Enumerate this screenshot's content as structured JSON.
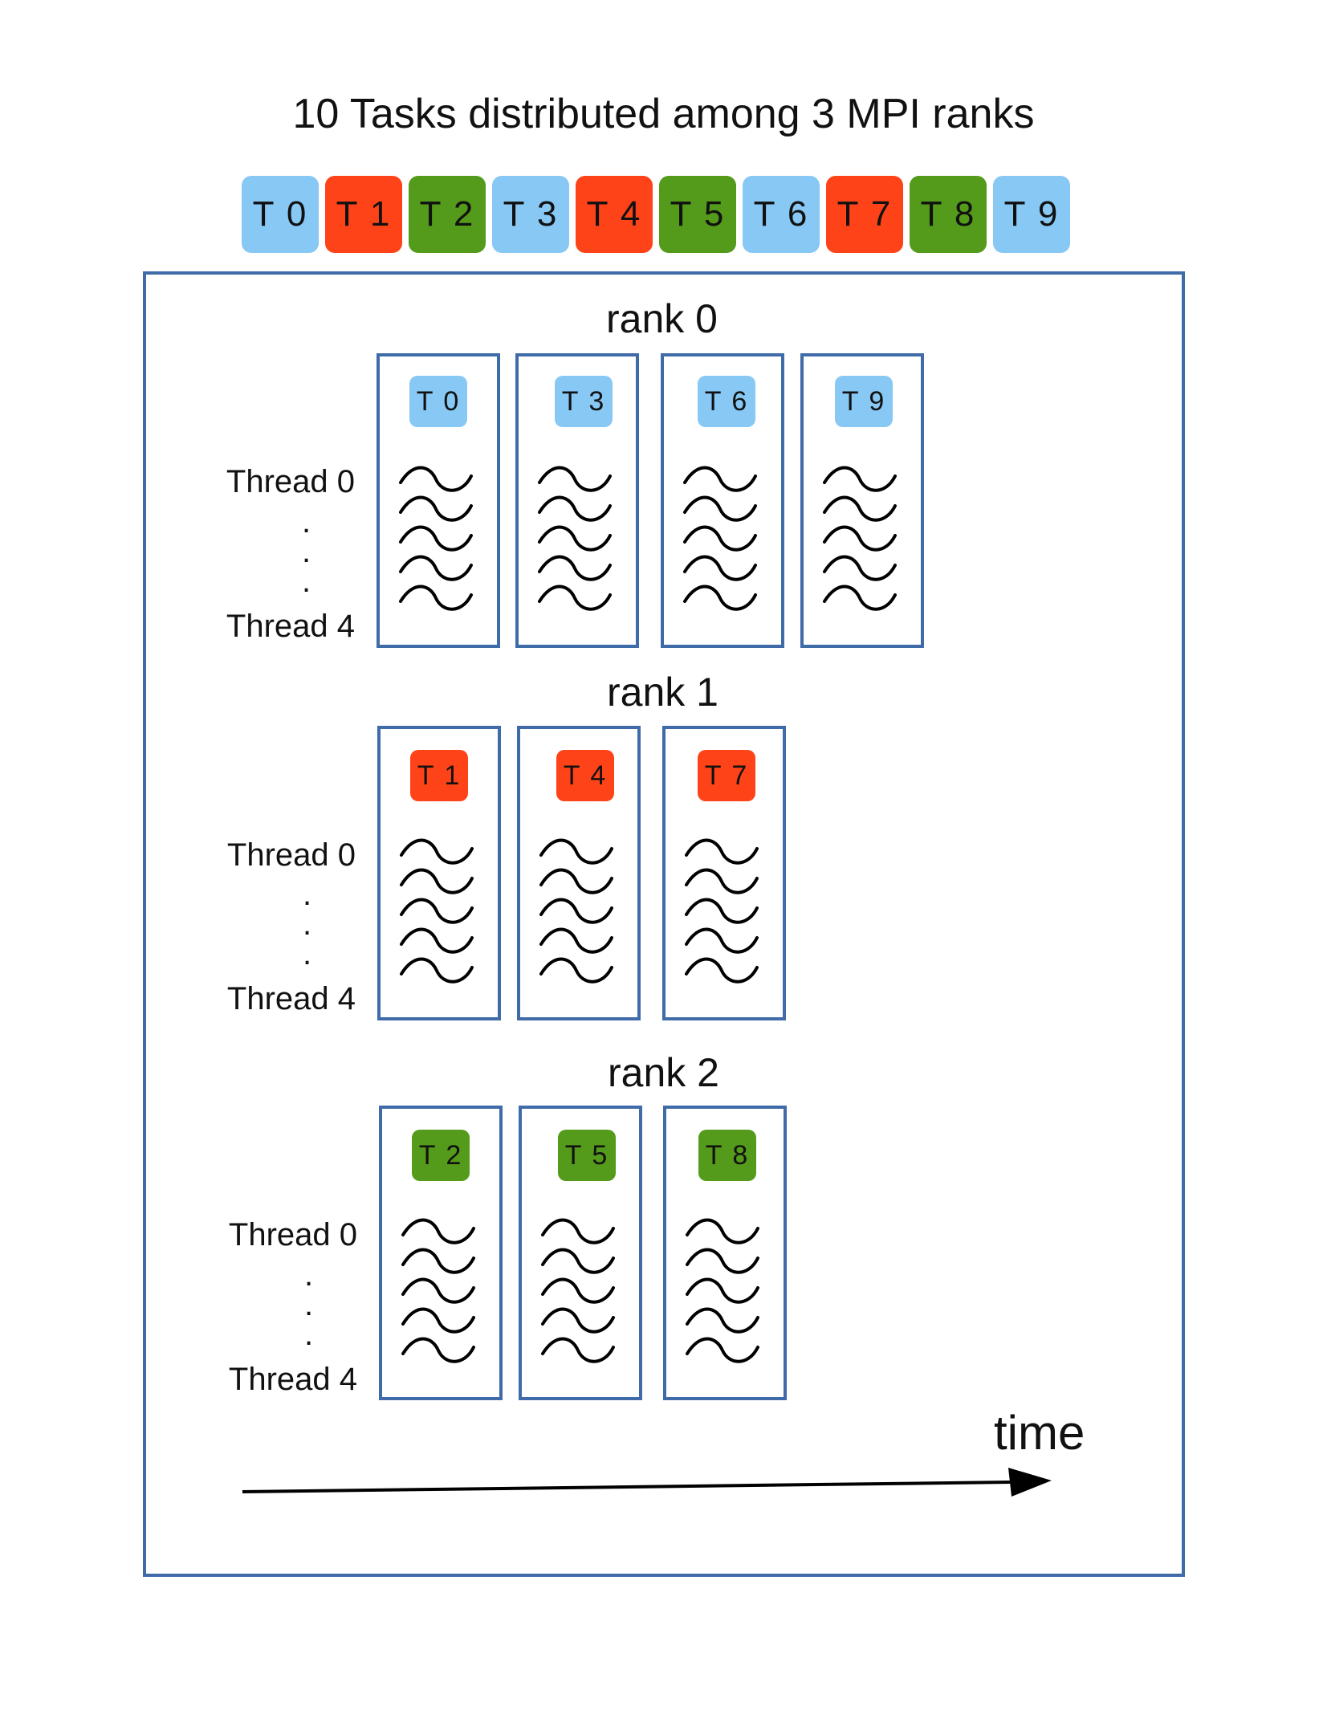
{
  "title": "10 Tasks distributed among 3 MPI ranks",
  "colors": {
    "blue": "#87c8f4",
    "red": "#fe4318",
    "green": "#549a1b",
    "border": "#3f6ba8"
  },
  "tasks": [
    {
      "label": "T 0",
      "color": "blue"
    },
    {
      "label": "T 1",
      "color": "red"
    },
    {
      "label": "T 2",
      "color": "green"
    },
    {
      "label": "T 3",
      "color": "blue"
    },
    {
      "label": "T 4",
      "color": "red"
    },
    {
      "label": "T 5",
      "color": "green"
    },
    {
      "label": "T 6",
      "color": "blue"
    },
    {
      "label": "T 7",
      "color": "red"
    },
    {
      "label": "T 8",
      "color": "green"
    },
    {
      "label": "T 9",
      "color": "blue"
    }
  ],
  "ranks": [
    {
      "label": "rank 0",
      "color": "blue",
      "tasks": [
        "T 0",
        "T 3",
        "T 6",
        "T 9"
      ],
      "thread_first": "Thread 0",
      "thread_last": "Thread 4"
    },
    {
      "label": "rank 1",
      "color": "red",
      "tasks": [
        "T 1",
        "T 4",
        "T 7"
      ],
      "thread_first": "Thread 0",
      "thread_last": "Thread 4"
    },
    {
      "label": "rank 2",
      "color": "green",
      "tasks": [
        "T 2",
        "T 5",
        "T 8"
      ],
      "thread_first": "Thread 0",
      "thread_last": "Thread 4"
    }
  ],
  "axis": {
    "label": "time"
  }
}
